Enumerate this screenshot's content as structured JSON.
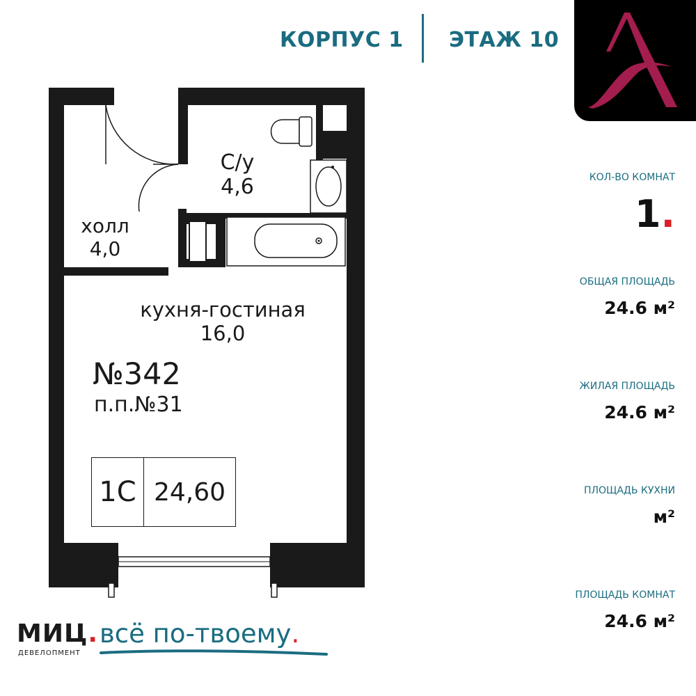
{
  "header": {
    "building": "КОРПУС 1",
    "floor": "ЭТАЖ 10"
  },
  "brand_colors": {
    "teal": "#1a6c80",
    "red": "#d92027",
    "logo_accent": "#a31d4e"
  },
  "plan": {
    "rooms": [
      {
        "name": "С/у",
        "area": "4,6"
      },
      {
        "name": "холл",
        "area": "4,0"
      },
      {
        "name": "кухня-гостиная",
        "area": "16,0"
      }
    ],
    "apartment_number": "№342",
    "pp_number": "п.п.№31",
    "type_badge": "1С",
    "area_badge": "24,60"
  },
  "specs": {
    "rooms_count_label": "КОЛ-ВО КОМНАТ",
    "rooms_count_value": "1",
    "rooms_count_dot": ".",
    "total_area_label": "ОБЩАЯ ПЛОЩАДЬ",
    "total_area_value": "24.6 м²",
    "living_area_label": "ЖИЛАЯ ПЛОЩАДЬ",
    "living_area_value": "24.6 м²",
    "kitchen_area_label": "ПЛОЩАДЬ КУХНИ",
    "kitchen_area_value": "м²",
    "rooms_area_label": "ПЛОЩАДЬ КОМНАТ",
    "rooms_area_value": "24.6 м²"
  },
  "footer": {
    "developer": "МИЦ",
    "developer_dot": ".",
    "developer_sub": "ДЕВЕЛОПМЕНТ",
    "slogan": "всё по-твоему",
    "slogan_dot": "."
  },
  "icons": [
    "brand-a-logo-icon",
    "toilet-icon",
    "sink-icon",
    "bathtub-icon",
    "door-swing-icon"
  ]
}
